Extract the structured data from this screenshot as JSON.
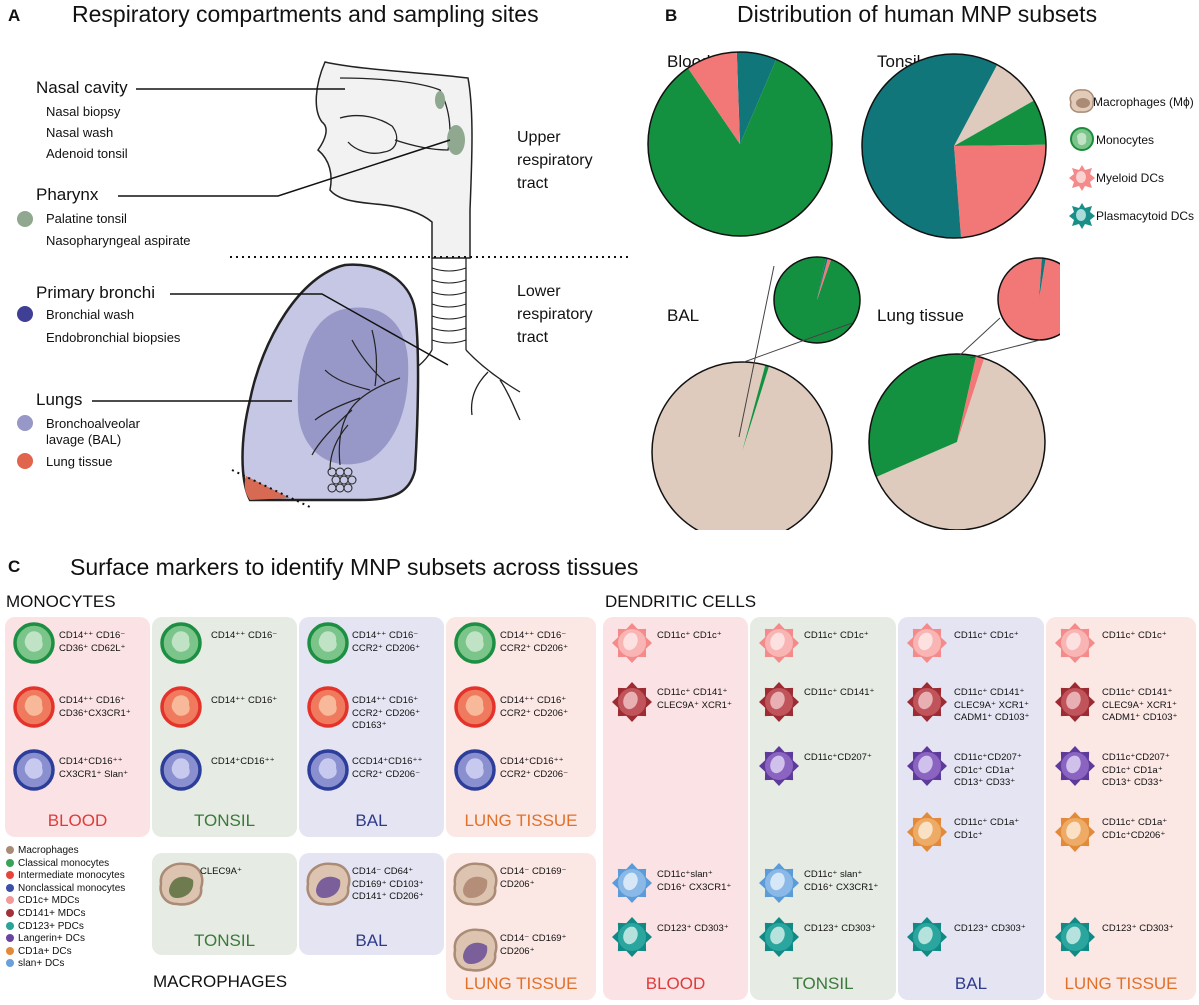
{
  "panelA": {
    "letter": "A",
    "title": "Respiratory compartments and sampling sites",
    "nasal": {
      "title": "Nasal cavity",
      "items": [
        "Nasal biopsy",
        "Nasal wash",
        "Adenoid tonsil"
      ]
    },
    "pharynx": {
      "title": "Pharynx",
      "items": [
        "Palatine tonsil",
        "Nasopharyngeal aspirate"
      ]
    },
    "bronchi": {
      "title": "Primary bronchi",
      "items": [
        "Bronchial wash",
        "Endobronchial biopsies"
      ]
    },
    "lungs": {
      "title": "Lungs",
      "items": [
        "Bronchoalveolar",
        "lavage (BAL)",
        "Lung tissue"
      ]
    },
    "upper": [
      "Upper",
      "respiratory",
      "tract"
    ],
    "lower": [
      "Lower",
      "respiratory",
      "tract"
    ]
  },
  "panelB": {
    "letter": "B",
    "title": "Distribution of human MNP subsets",
    "pies": [
      "Blood",
      "Tonsil",
      "BAL",
      "Lung tissue"
    ],
    "legend": [
      "Macrophages (Mϕ)",
      "Monocytes",
      "Myeloid DCs",
      "Plasmacytoid DCs"
    ],
    "colors": {
      "macrophages": "#dfcbbd",
      "monocytes": "#149140",
      "myeloid": "#f27777",
      "plasmacytoid": "#11767a"
    }
  },
  "chart_data": [
    {
      "type": "pie",
      "title": "Blood",
      "labels": [
        "Macrophages (Mϕ)",
        "Monocytes",
        "Myeloid DCs",
        "Plasmacytoid DCs"
      ],
      "values": [
        0,
        84,
        9,
        7
      ]
    },
    {
      "type": "pie",
      "title": "Tonsil",
      "labels": [
        "Macrophages (Mϕ)",
        "Monocytes",
        "Myeloid DCs",
        "Plasmacytoid DCs"
      ],
      "values": [
        9,
        8,
        24,
        59
      ]
    },
    {
      "type": "pie",
      "title": "BAL",
      "labels": [
        "Macrophages (Mϕ)",
        "Monocytes",
        "Myeloid DCs",
        "Plasmacytoid DCs"
      ],
      "values": [
        99.3,
        0.7,
        0,
        0
      ],
      "inset": {
        "labels": [
          "Monocytes",
          "Myeloid DCs",
          "Plasmacytoid DCs"
        ],
        "values": [
          98,
          1.3,
          0.7
        ]
      }
    },
    {
      "type": "pie",
      "title": "Lung tissue",
      "labels": [
        "Macrophages (Mϕ)",
        "Monocytes",
        "Myeloid DCs",
        "Plasmacytoid DCs"
      ],
      "values": [
        63.5,
        35,
        1.5,
        0
      ],
      "inset": {
        "labels": [
          "Myeloid DCs",
          "Plasmacytoid DCs"
        ],
        "values": [
          98.5,
          1.5
        ]
      }
    }
  ],
  "panelC": {
    "letter": "C",
    "title": "Surface markers to identify MNP subsets across tissues",
    "monocytes_heading": "MONOCYTES",
    "dc_heading": "DENDRITIC CELLS",
    "macrophages_heading": "MACROPHAGES",
    "tissues": {
      "blood": "BLOOD",
      "tonsil": "TONSIL",
      "bal": "BAL",
      "lung": "LUNG TISSUE"
    },
    "mono": {
      "blood": [
        "CD14⁺⁺ CD16⁻\nCD36⁺ CD62L⁺",
        "CD14⁺⁺ CD16⁺\nCD36⁺CX3CR1⁺",
        "CD14⁺CD16⁺⁺\nCX3CR1⁺ Slan⁺"
      ],
      "tonsil": [
        "CD14⁺⁺ CD16⁻",
        "CD14⁺⁺ CD16⁺",
        "CD14⁺CD16⁺⁺"
      ],
      "bal": [
        "CD14⁺⁺ CD16⁻\nCCR2⁺ CD206⁺",
        "CD14⁺⁺ CD16⁺\nCCR2⁺ CD206⁺\nCD163⁺",
        "CCD14⁺CD16⁺⁺\nCCR2⁺ CD206⁻"
      ],
      "lung": [
        "CD14⁺⁺ CD16⁻\nCCR2⁺ CD206⁺",
        "CD14⁺⁺ CD16⁺\nCCR2⁺ CD206⁺",
        "CD14⁺CD16⁺⁺\nCCR2⁺ CD206⁻"
      ]
    },
    "mac": {
      "tonsil": [
        "CLEC9A⁺"
      ],
      "bal": [
        "CD14⁻ CD64⁺\nCD169⁺ CD103⁺\nCD141⁺ CD206⁺"
      ],
      "lung": [
        "CD14⁻ CD169⁻\nCD206⁺",
        "CD14⁻ CD169⁺\nCD206⁺"
      ]
    },
    "dc": {
      "blood": [
        "CD11c⁺ CD1c⁺",
        "CD11c⁺ CD141⁺\nCLEC9A⁺ XCR1⁺",
        "CD11c⁺slan⁺\nCD16⁺ CX3CR1⁺",
        "CD123⁺ CD303⁺"
      ],
      "tonsil": [
        "CD11c⁺ CD1c⁺",
        "CD11c⁺ CD141⁺",
        "CD11c⁺CD207⁺",
        "CD11c⁺ slan⁺\nCD16⁺ CX3CR1⁺",
        "CD123⁺ CD303⁺"
      ],
      "bal": [
        "CD11c⁺ CD1c⁺",
        "CD11c⁺ CD141⁺\nCLEC9A⁺ XCR1⁺\nCADM1⁺ CD103⁺",
        "CD11c⁺CD207⁺\nCD1c⁺ CD1a⁺\nCD13⁺ CD33⁺",
        "CD11c⁺ CD1a⁺\nCD1c⁺",
        "CD123⁺ CD303⁺"
      ],
      "lung": [
        "CD11c⁺ CD1c⁺",
        "CD11c⁺ CD141⁺\nCLEC9A⁺ XCR1⁺\nCADM1⁺ CD103⁺",
        "CD11c⁺CD207⁺\nCD1c⁺ CD1a⁺\nCD13⁺ CD33⁺",
        "CD11c⁺ CD1a⁺\nCD1c⁺CD206⁺",
        "CD123⁺ CD303⁺"
      ]
    },
    "legend": [
      "Macrophages",
      "Classical monocytes",
      "Intermediate monocytes",
      "Nonclassical monocytes",
      "CD1c+ MDCs",
      "CD141+ MDCs",
      "CD123+ PDCs",
      "Langerin+ DCs",
      "CD1a+ DCs",
      "slan+ DCs"
    ],
    "legend_colors": [
      "#a98b76",
      "#3aa35a",
      "#e8453a",
      "#3d4fa8",
      "#f29a9a",
      "#a1323a",
      "#2aa39a",
      "#6a45a0",
      "#e28a3a",
      "#6aa0dc"
    ]
  }
}
